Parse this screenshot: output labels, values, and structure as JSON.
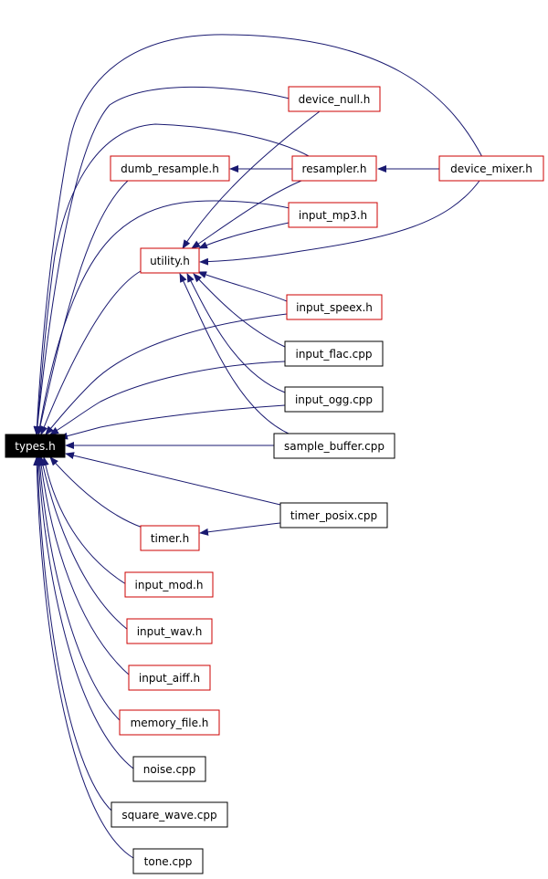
{
  "diagram": {
    "root": "types.h",
    "colors": {
      "root_fill": "#000000",
      "root_text": "#ffffff",
      "link_border": "#cc0000",
      "plain_border": "#000000",
      "edge": "#191970",
      "text": "#000000"
    },
    "nodes": {
      "types_h": {
        "label": "types.h",
        "style": "root"
      },
      "device_null_h": {
        "label": "device_null.h",
        "style": "red"
      },
      "dumb_resample_h": {
        "label": "dumb_resample.h",
        "style": "red"
      },
      "resampler_h": {
        "label": "resampler.h",
        "style": "red"
      },
      "device_mixer_h": {
        "label": "device_mixer.h",
        "style": "red"
      },
      "input_mp3_h": {
        "label": "input_mp3.h",
        "style": "red"
      },
      "utility_h": {
        "label": "utility.h",
        "style": "red"
      },
      "input_speex_h": {
        "label": "input_speex.h",
        "style": "red"
      },
      "input_flac_cpp": {
        "label": "input_flac.cpp",
        "style": "black"
      },
      "input_ogg_cpp": {
        "label": "input_ogg.cpp",
        "style": "black"
      },
      "sample_buffer_cpp": {
        "label": "sample_buffer.cpp",
        "style": "black"
      },
      "timer_posix_cpp": {
        "label": "timer_posix.cpp",
        "style": "black"
      },
      "timer_h": {
        "label": "timer.h",
        "style": "red"
      },
      "input_mod_h": {
        "label": "input_mod.h",
        "style": "red"
      },
      "input_wav_h": {
        "label": "input_wav.h",
        "style": "red"
      },
      "input_aiff_h": {
        "label": "input_aiff.h",
        "style": "red"
      },
      "memory_file_h": {
        "label": "memory_file.h",
        "style": "red"
      },
      "noise_cpp": {
        "label": "noise.cpp",
        "style": "black"
      },
      "square_wave_cpp": {
        "label": "square_wave.cpp",
        "style": "black"
      },
      "tone_cpp": {
        "label": "tone.cpp",
        "style": "black"
      }
    },
    "edges": [
      [
        "resampler_h",
        "dumb_resample_h"
      ],
      [
        "device_mixer_h",
        "resampler_h"
      ],
      [
        "device_null_h",
        "utility_h"
      ],
      [
        "resampler_h",
        "utility_h"
      ],
      [
        "input_mp3_h",
        "utility_h"
      ],
      [
        "device_mixer_h",
        "utility_h"
      ],
      [
        "input_speex_h",
        "utility_h"
      ],
      [
        "input_flac_cpp",
        "utility_h"
      ],
      [
        "input_ogg_cpp",
        "utility_h"
      ],
      [
        "sample_buffer_cpp",
        "utility_h"
      ],
      [
        "timer_posix_cpp",
        "timer_h"
      ],
      [
        "device_mixer_h",
        "types_h"
      ],
      [
        "device_null_h",
        "types_h"
      ],
      [
        "resampler_h",
        "types_h"
      ],
      [
        "dumb_resample_h",
        "types_h"
      ],
      [
        "input_mp3_h",
        "types_h"
      ],
      [
        "utility_h",
        "types_h"
      ],
      [
        "input_speex_h",
        "types_h"
      ],
      [
        "input_flac_cpp",
        "types_h"
      ],
      [
        "input_ogg_cpp",
        "types_h"
      ],
      [
        "sample_buffer_cpp",
        "types_h"
      ],
      [
        "timer_posix_cpp",
        "types_h"
      ],
      [
        "timer_h",
        "types_h"
      ],
      [
        "input_mod_h",
        "types_h"
      ],
      [
        "input_wav_h",
        "types_h"
      ],
      [
        "input_aiff_h",
        "types_h"
      ],
      [
        "memory_file_h",
        "types_h"
      ],
      [
        "noise_cpp",
        "types_h"
      ],
      [
        "square_wave_cpp",
        "types_h"
      ],
      [
        "tone_cpp",
        "types_h"
      ]
    ]
  }
}
